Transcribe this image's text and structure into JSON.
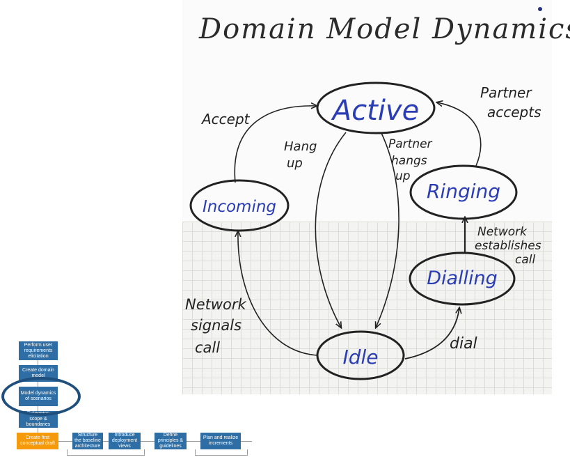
{
  "whiteboard": {
    "title": "Domain Model Dynamics",
    "states": {
      "active": "Active",
      "incoming": "Incoming",
      "ringing": "Ringing",
      "dialling": "Dialling",
      "idle": "Idle"
    },
    "transitions": {
      "accept": "Accept",
      "partner_accepts": [
        "Partner",
        "accepts"
      ],
      "hang_up": [
        "Hang",
        "up"
      ],
      "partner_hangs_up": [
        "Partner",
        "hangs",
        "up"
      ],
      "network_establishes_call": [
        "Network",
        "establishes",
        "call"
      ],
      "network_signals_call": [
        "Network",
        "signals",
        "call"
      ],
      "dial": "dial"
    },
    "ink_color": "#222222",
    "state_text_color": "#2a3db5"
  },
  "process_flow": {
    "steps": {
      "perform": "Perform user requirements elicitation",
      "create": "Create domain model",
      "model_dynamics": "Model dynamics of scenarios",
      "determine": "Determine scope & boundaries",
      "first_draft": "Create first conceptual draft",
      "structure": "Structure the baseline architecture",
      "introduce": "Introduce deployment views",
      "define": "Define principles & guidelines",
      "plan": "Plan and realize increments"
    },
    "highlighted_step": "Model dynamics of scenarios",
    "colors": {
      "step": "#2e6ea4",
      "current": "#f59a0b",
      "highlight": "#1f4f7c"
    }
  }
}
